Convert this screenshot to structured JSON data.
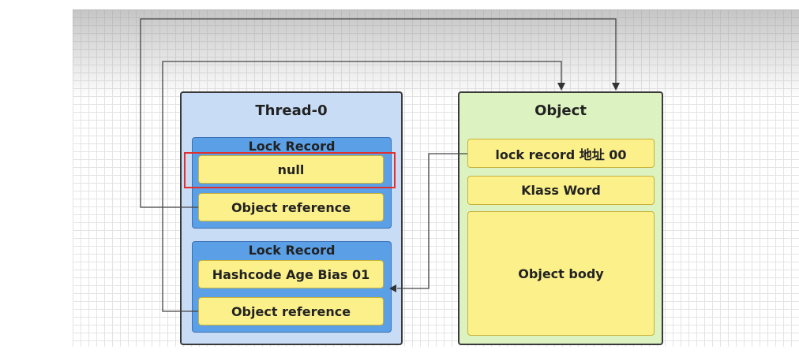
{
  "thread": {
    "title": "Thread-0",
    "lock_records": [
      {
        "label": "Lock Record",
        "top_cell": "null",
        "bottom_cell": "Object reference"
      },
      {
        "label": "Lock Record",
        "top_cell": "Hashcode Age Bias 01",
        "bottom_cell": "Object reference"
      }
    ]
  },
  "object": {
    "title": "Object",
    "fields": [
      "lock record 地址 00",
      "Klass Word",
      "Object body"
    ]
  },
  "colors": {
    "thread_bg": "#c8ddf5",
    "lock_record_bg": "#5ba0e6",
    "cell_bg": "#fbf08a",
    "object_bg": "#dcf2c0",
    "highlight": "#e03030"
  }
}
